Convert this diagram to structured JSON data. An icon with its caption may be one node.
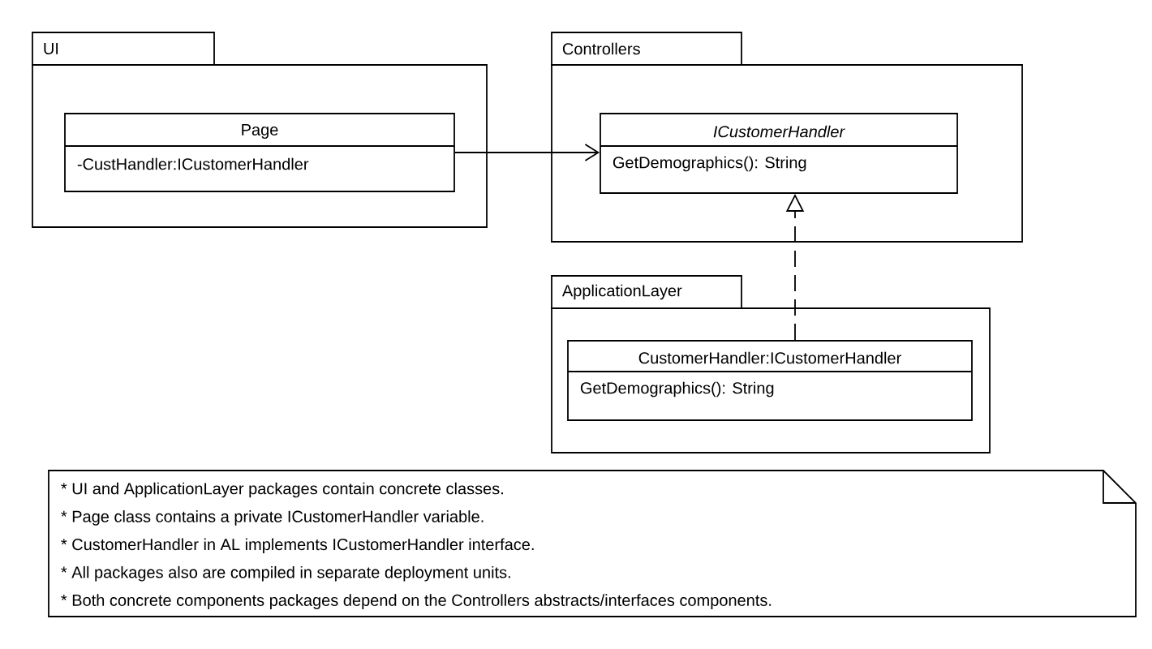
{
  "diagram": {
    "nodes": [
      {
        "text": [
          "UI"
        ]
      },
      {
        "text": [
          "Page",
          "-CustHandler:ICustomerHandler"
        ],
        "in": 0
      },
      {
        "text": [
          "Controllers"
        ]
      },
      {
        "text": [
          "ICustomerHandler",
          "GetDemographics(): String"
        ],
        "in": 2
      },
      {
        "text": [
          "ApplicationLayer"
        ]
      },
      {
        "text": [
          "CustomerHandler:ICustomerHandler",
          "GetDemographics(): String"
        ],
        "in": 4
      },
      {
        "text": [
          "* UI and ApplicationLayer packages contain concrete classes.",
          "* Page class contains a private ICustomerHandler variable.",
          "* CustomerHandler in AL implements ICustomerHandler interface.",
          "* All packages also are compiled in separate deployment units.",
          "* Both concrete components packages depend on the Controllers abstracts/interfaces components."
        ]
      }
    ],
    "edges": [
      {
        "from": 1,
        "to": 3,
        "arrow": "to"
      },
      {
        "from": 5,
        "to": 3,
        "arrow": "to",
        "style": "dashed"
      }
    ]
  }
}
